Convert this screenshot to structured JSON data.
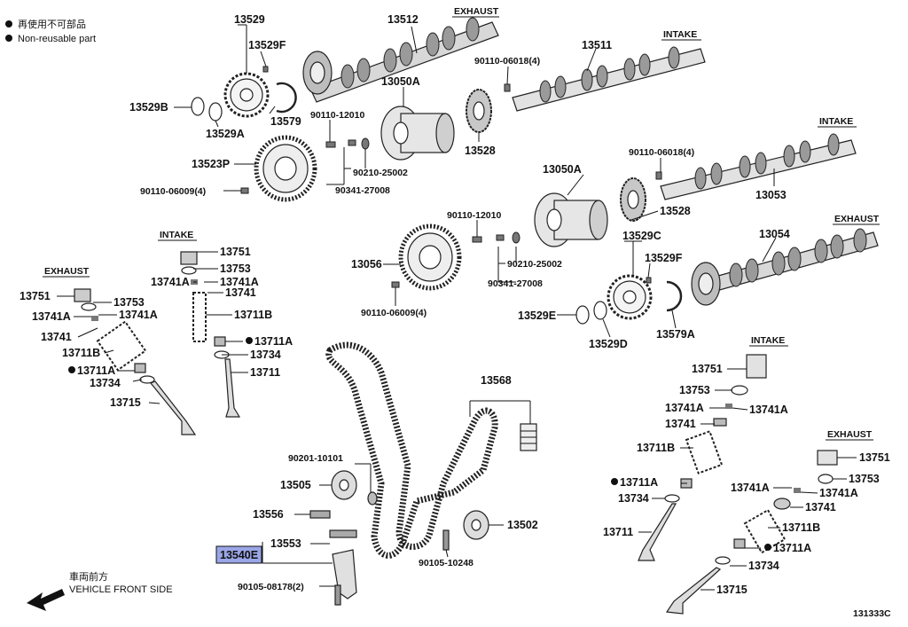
{
  "legend": {
    "line1": "再使用不可部品",
    "line2": "Non-reusable part"
  },
  "headers": {
    "exhaust_top": "EXHAUST",
    "intake_top": "INTAKE",
    "intake_right": "INTAKE",
    "exhaust_right": "EXHAUST",
    "intake_left": "INTAKE",
    "exhaust_left": "EXHAUST",
    "intake_lower": "INTAKE",
    "exhaust_lower": "EXHAUST"
  },
  "parts": {
    "p13529": "13529",
    "p13529F_a": "13529F",
    "p13512": "13512",
    "p13511": "13511",
    "p90110_06018_a": "90110-06018(4)",
    "p13529B": "13529B",
    "p13579": "13579",
    "p13529A": "13529A",
    "p13050A_a": "13050A",
    "p90110_12010_a": "90110-12010",
    "p13528_a": "13528",
    "p13523P": "13523P",
    "p90210_25002_a": "90210-25002",
    "p90341_27008_a": "90341-27008",
    "p90110_06009_a": "90110-06009(4)",
    "p90110_06018_b": "90110-06018(4)",
    "p13053": "13053",
    "p13050A_b": "13050A",
    "p90110_12010_b": "90110-12010",
    "p13528_b": "13528",
    "p13529C": "13529C",
    "p13054": "13054",
    "p13056": "13056",
    "p90210_25002_b": "90210-25002",
    "p13529F_b": "13529F",
    "p90341_27008_b": "90341-27008",
    "p90110_06009_b": "90110-06009(4)",
    "p13529E": "13529E",
    "p13529D": "13529D",
    "p13579A": "13579A",
    "L13751": "13751",
    "L13753": "13753",
    "L13741A_1": "13741A",
    "L13741A_2": "13741A",
    "L13741": "13741",
    "L13711B": "13711B",
    "L13711A": "13711A",
    "L13734": "13734",
    "L13711": "13711",
    "E13751": "13751",
    "E13753": "13753",
    "E13741A_1": "13741A",
    "E13741A_2": "13741A",
    "E13741": "13741",
    "E13711B": "13711B",
    "E13711A": "13711A",
    "E13734": "13734",
    "E13715": "13715",
    "p13568": "13568",
    "p90201_10101": "90201-10101",
    "p13505": "13505",
    "p13556": "13556",
    "p13553": "13553",
    "p13540E": "13540E",
    "p90105_08178": "90105-08178(2)",
    "p13502": "13502",
    "p90105_10248": "90105-10248",
    "R13751a": "13751",
    "R13753a": "13753",
    "R13741A_1": "13741A",
    "R13741A_2": "13741A",
    "R13741a": "13741",
    "R13711Ba": "13711B",
    "R13711Aa": "13711A",
    "R13734a": "13734",
    "R13711": "13711",
    "R13751b": "13751",
    "R13753b": "13753",
    "R13741A_3": "13741A",
    "R13741A_4": "13741A",
    "R13741b": "13741",
    "R13711Bb": "13711B",
    "R13711Ab": "13711A",
    "R13734b": "13734",
    "R13715": "13715"
  },
  "direction": {
    "jp": "車両前方",
    "en": "VEHICLE FRONT SIDE"
  },
  "diagram_code": "131333C"
}
